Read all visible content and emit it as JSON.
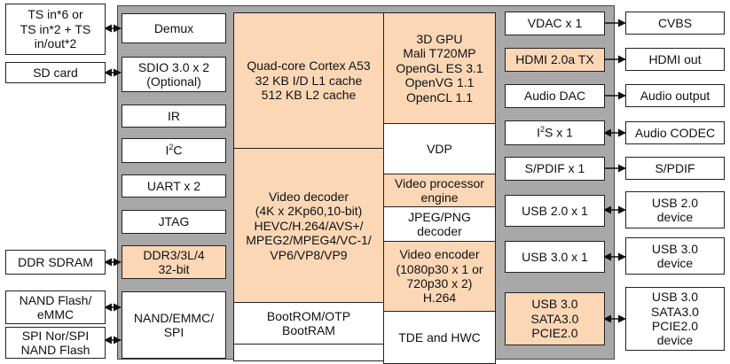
{
  "external_left": {
    "ts": "TS in*6 or\nTS in*2 + TS\nin/out*2",
    "sd": "SD card",
    "ddr": "DDR SDRAM",
    "nand": "NAND Flash/\neMMC",
    "spi": "SPI Nor/SPI\nNAND Flash"
  },
  "left_blocks": {
    "demux": "Demux",
    "sdio": "SDIO 3.0 x 2\n(Optional)",
    "ir": "IR",
    "i2c_base": "I",
    "i2c_sup": "2",
    "i2c_end": "C",
    "uart": "UART x 2",
    "jtag": "JTAG",
    "ddr_ctrl": "DDR3/3L/4\n32-bit",
    "nand_ctrl": "NAND/EMMC/\nSPI"
  },
  "center_blocks": {
    "cpu": "Quad-core Cortex A53\n32 KB I/D L1 cache\n512 KB L2 cache",
    "vdec": "Video decoder\n(4K x 2Kp60,10-bit)\nHEVC/H.264/AVS+/\nMPEG2/MPEG4/VC-1/\nVP6/VP8/VP9",
    "bootrom": "BootROM/OTP\nBootRAM",
    "gpu": "3D GPU\nMali T720MP\nOpenGL ES 3.1\nOpenVG 1.1\nOpenCL 1.1",
    "vdp": "VDP",
    "vpe": "Video processor\nengine",
    "jpeg": "JPEG/PNG\ndecoder",
    "venc": "Video encoder\n(1080p30 x 1 or\n720p30 x 2)\nH.264",
    "tde": "TDE and HWC"
  },
  "right_blocks": {
    "vdac": "VDAC x 1",
    "hdmi_tx": "HDMI 2.0a TX",
    "audio_dac": "Audio DAC",
    "i2s_base": "I",
    "i2s_sup": "2",
    "i2s_end": "S x 1",
    "spdif": "S/PDIF x 1",
    "usb2": "USB 2.0 x 1",
    "usb3": "USB 3.0 x 1",
    "combo": "USB 3.0\nSATA3.0\nPCIE2.0"
  },
  "external_right": {
    "cvbs": "CVBS",
    "hdmi_out": "HDMI out",
    "audio_out": "Audio output",
    "codec": "Audio CODEC",
    "spdif_out": "S/PDIF",
    "usb2_dev": "USB 2.0\ndevice",
    "usb3_dev": "USB 3.0\ndevice",
    "combo_dev": "USB 3.0\nSATA3.0\nPCIE2.0\ndevice"
  },
  "colors": {
    "accent_orange": "#fbd7b6",
    "chip_gray": "#a8a8a8"
  }
}
